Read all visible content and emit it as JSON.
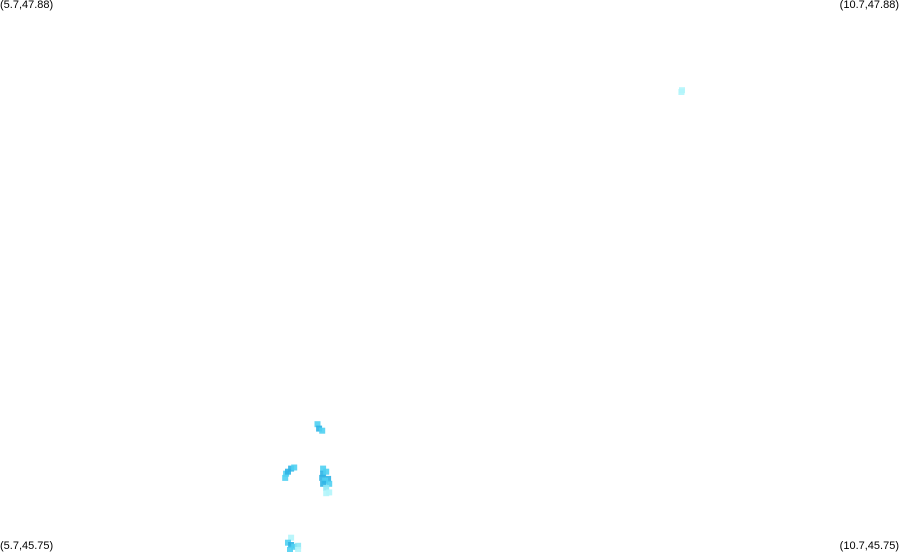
{
  "map": {
    "corners": {
      "top_left": "(5.7,47.88)",
      "top_right": "(10.7,47.88)",
      "bottom_left": "(5.7,45.75)",
      "bottom_right": "(10.7,45.75)"
    },
    "extent": {
      "lon_min": 5.7,
      "lon_max": 10.7,
      "lat_min": 45.75,
      "lat_max": 47.88
    },
    "colors": {
      "background": "#ffffff",
      "light_cyan": "#b3f5fb",
      "cyan": "#8ee8f5",
      "sky_blue": "#4fd0f2",
      "blue": "#2fb4e6"
    },
    "features": [
      {
        "lon": 9.493,
        "lat": 47.532,
        "color": "light_cyan"
      },
      {
        "lon": 9.49,
        "lat": 47.525,
        "color": "light_cyan"
      },
      {
        "lon": 7.466,
        "lat": 46.243,
        "color": "sky_blue"
      },
      {
        "lon": 7.475,
        "lat": 46.226,
        "color": "blue"
      },
      {
        "lon": 7.492,
        "lat": 46.218,
        "color": "sky_blue"
      },
      {
        "lon": 7.291,
        "lat": 46.052,
        "color": "sky_blue"
      },
      {
        "lon": 7.302,
        "lat": 46.06,
        "color": "blue"
      },
      {
        "lon": 7.319,
        "lat": 46.072,
        "color": "blue"
      },
      {
        "lon": 7.336,
        "lat": 46.076,
        "color": "sky_blue"
      },
      {
        "lon": 7.286,
        "lat": 46.036,
        "color": "sky_blue"
      },
      {
        "lon": 7.497,
        "lat": 46.072,
        "color": "sky_blue"
      },
      {
        "lon": 7.497,
        "lat": 46.052,
        "color": "blue"
      },
      {
        "lon": 7.514,
        "lat": 46.06,
        "color": "sky_blue"
      },
      {
        "lon": 7.492,
        "lat": 46.036,
        "color": "blue"
      },
      {
        "lon": 7.525,
        "lat": 46.032,
        "color": "blue"
      },
      {
        "lon": 7.508,
        "lat": 46.025,
        "color": "sky_blue"
      },
      {
        "lon": 7.497,
        "lat": 46.013,
        "color": "blue"
      },
      {
        "lon": 7.531,
        "lat": 46.013,
        "color": "sky_blue"
      },
      {
        "lon": 7.514,
        "lat": 45.997,
        "color": "cyan"
      },
      {
        "lon": 7.514,
        "lat": 45.977,
        "color": "light_cyan"
      },
      {
        "lon": 7.531,
        "lat": 45.98,
        "color": "light_cyan"
      },
      {
        "lon": 7.319,
        "lat": 45.805,
        "color": "light_cyan"
      },
      {
        "lon": 7.302,
        "lat": 45.786,
        "color": "sky_blue"
      },
      {
        "lon": 7.319,
        "lat": 45.777,
        "color": "blue"
      },
      {
        "lon": 7.336,
        "lat": 45.77,
        "color": "sky_blue"
      },
      {
        "lon": 7.358,
        "lat": 45.774,
        "color": "cyan"
      },
      {
        "lon": 7.358,
        "lat": 45.758,
        "color": "light_cyan"
      },
      {
        "lon": 7.313,
        "lat": 45.758,
        "color": "sky_blue"
      }
    ]
  }
}
